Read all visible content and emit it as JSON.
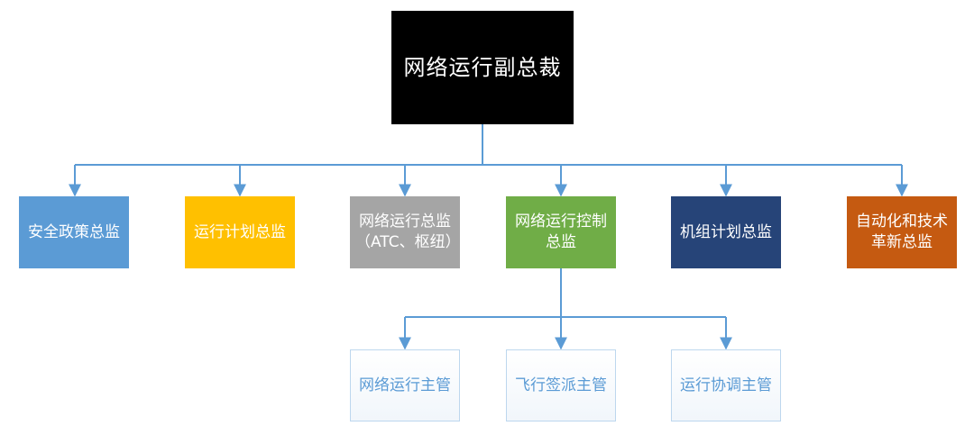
{
  "root": {
    "label": "网络运行副总裁"
  },
  "departments": [
    {
      "label": "安全政策总监",
      "color": "#5b9bd5"
    },
    {
      "label": "运行计划总监",
      "color": "#ffc000"
    },
    {
      "label": "网络运行总监（ATC、枢纽）",
      "color": "#a5a5a5"
    },
    {
      "label": "网络运行控制总监",
      "color": "#70ad47"
    },
    {
      "label": "机组计划总监",
      "color": "#264478"
    },
    {
      "label": "自动化和技术革新总监",
      "color": "#c55a11"
    }
  ],
  "subordinates": [
    {
      "label": "网络运行主管"
    },
    {
      "label": "飞行签派主管"
    },
    {
      "label": "运行协调主管"
    }
  ],
  "connector_color": "#5b9bd5"
}
